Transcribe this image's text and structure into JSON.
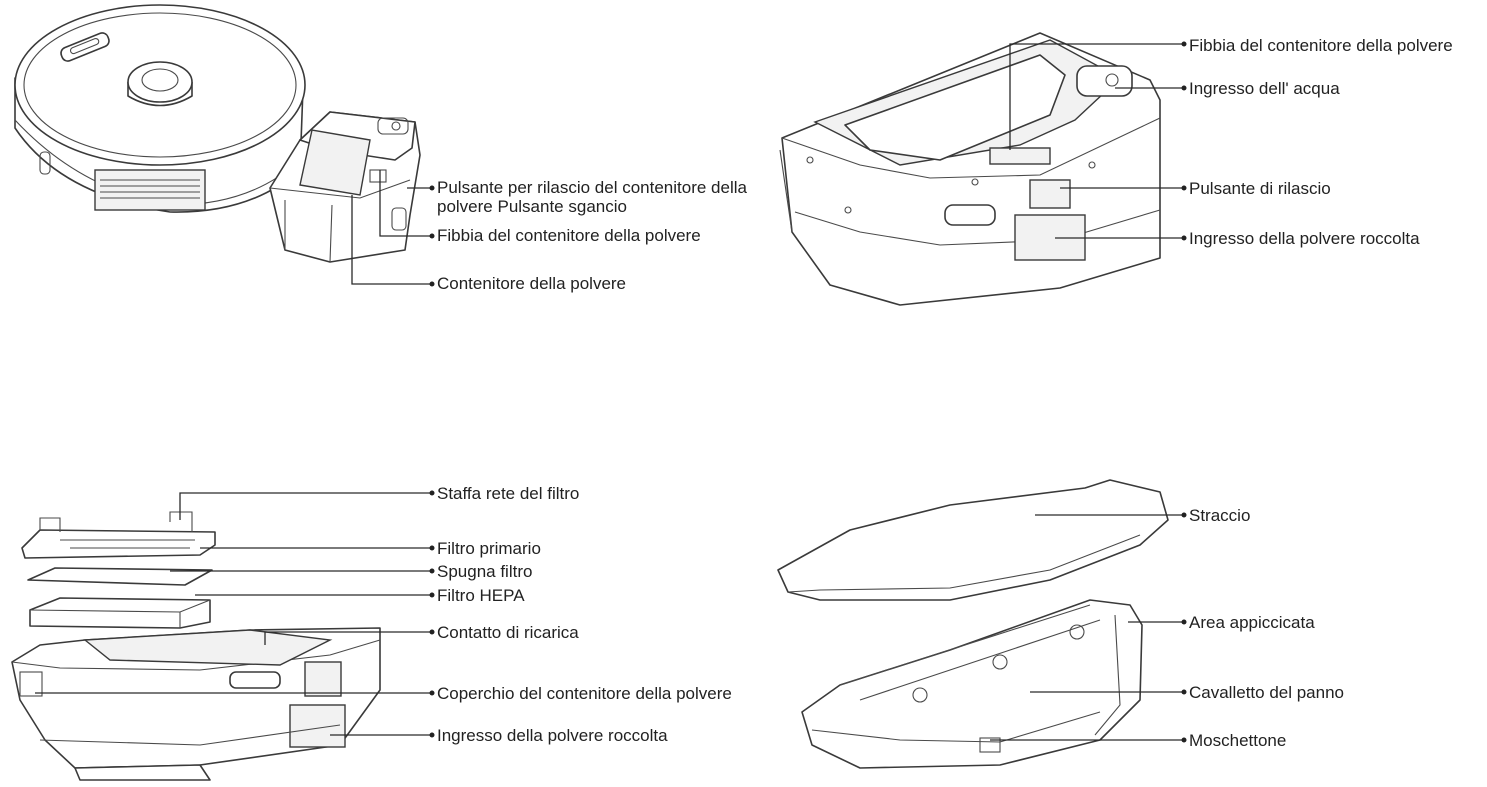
{
  "figures": {
    "robot_dustbin": {
      "labels": {
        "release_button": "Pulsante per rilascio del contenitore della polvere Pulsante sgancio",
        "bin_buckle": "Fibbia del contenitore della polvere",
        "dust_bin": "Contenitore della polvere"
      }
    },
    "dustbin_detail": {
      "labels": {
        "bin_buckle": "Fibbia del contenitore della polvere",
        "water_inlet": "Ingresso dell' acqua",
        "release_button": "Pulsante di rilascio",
        "dust_inlet": "Ingresso della polvere roccolta"
      }
    },
    "dustbin_exploded": {
      "labels": {
        "filter_bracket": "Staffa rete del filtro",
        "primary_filter": "Filtro primario",
        "filter_sponge": "Spugna filtro",
        "hepa_filter": "Filtro HEPA",
        "charging_contact": "Contatto di ricarica",
        "bin_cover": "Coperchio del contenitore della polvere",
        "dust_inlet": "Ingresso della polvere roccolta"
      }
    },
    "mop": {
      "labels": {
        "cloth": "Straccio",
        "sticky_area": "Area appiccicata",
        "mop_holder": "Cavalletto del panno",
        "carabiner": "Moschettone"
      }
    }
  }
}
